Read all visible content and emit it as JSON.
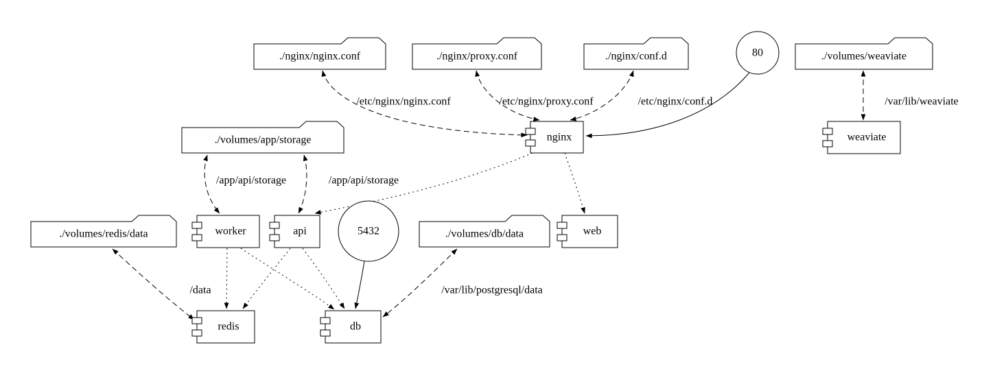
{
  "diagram": {
    "type": "docker-compose-graph",
    "background_color": "#ffffff",
    "stroke_color": "#000000",
    "nodes": {
      "nginx_conf_file": {
        "label": "./nginx/nginx.conf",
        "shape": "folder"
      },
      "proxy_conf_file": {
        "label": "./nginx/proxy.conf",
        "shape": "folder"
      },
      "conf_d_dir": {
        "label": "./nginx/conf.d",
        "shape": "folder"
      },
      "port_80": {
        "label": "80",
        "shape": "circle"
      },
      "volumes_weaviate": {
        "label": "./volumes/weaviate",
        "shape": "folder"
      },
      "volumes_app_storage": {
        "label": "./volumes/app/storage",
        "shape": "folder"
      },
      "nginx": {
        "label": "nginx",
        "shape": "component"
      },
      "weaviate": {
        "label": "weaviate",
        "shape": "component"
      },
      "volumes_redis_data": {
        "label": "./volumes/redis/data",
        "shape": "folder"
      },
      "worker": {
        "label": "worker",
        "shape": "component"
      },
      "api": {
        "label": "api",
        "shape": "component"
      },
      "port_5432": {
        "label": "5432",
        "shape": "circle"
      },
      "volumes_db_data": {
        "label": "./volumes/db/data",
        "shape": "folder"
      },
      "web": {
        "label": "web",
        "shape": "component"
      },
      "redis": {
        "label": "redis",
        "shape": "component"
      },
      "db": {
        "label": "db",
        "shape": "component"
      }
    },
    "edges": [
      {
        "from": "nginx",
        "to": "nginx_conf_file",
        "label": "/etc/nginx/nginx.conf",
        "style": "dashed",
        "arrows": "both"
      },
      {
        "from": "nginx",
        "to": "proxy_conf_file",
        "label": "/etc/nginx/proxy.conf",
        "style": "dashed",
        "arrows": "both"
      },
      {
        "from": "nginx",
        "to": "conf_d_dir",
        "label": "/etc/nginx/conf.d",
        "style": "dashed",
        "arrows": "both"
      },
      {
        "from": "port_80",
        "to": "nginx",
        "label": "",
        "style": "solid",
        "arrows": "end"
      },
      {
        "from": "weaviate",
        "to": "volumes_weaviate",
        "label": "/var/lib/weaviate",
        "style": "dashed",
        "arrows": "both"
      },
      {
        "from": "worker",
        "to": "volumes_app_storage",
        "label": "/app/api/storage",
        "style": "dashed",
        "arrows": "both"
      },
      {
        "from": "api",
        "to": "volumes_app_storage",
        "label": "/app/api/storage",
        "style": "dashed",
        "arrows": "both"
      },
      {
        "from": "redis",
        "to": "volumes_redis_data",
        "label": "/data",
        "style": "dashed",
        "arrows": "both"
      },
      {
        "from": "db",
        "to": "volumes_db_data",
        "label": "/var/lib/postgresql/data",
        "style": "dashed",
        "arrows": "both"
      },
      {
        "from": "port_5432",
        "to": "db",
        "label": "",
        "style": "solid",
        "arrows": "end"
      },
      {
        "from": "nginx",
        "to": "api",
        "label": "",
        "style": "dotted",
        "arrows": "end"
      },
      {
        "from": "nginx",
        "to": "web",
        "label": "",
        "style": "dotted",
        "arrows": "end"
      },
      {
        "from": "worker",
        "to": "redis",
        "label": "",
        "style": "dotted",
        "arrows": "end"
      },
      {
        "from": "worker",
        "to": "db",
        "label": "",
        "style": "dotted",
        "arrows": "end"
      },
      {
        "from": "api",
        "to": "redis",
        "label": "",
        "style": "dotted",
        "arrows": "end"
      },
      {
        "from": "api",
        "to": "db",
        "label": "",
        "style": "dotted",
        "arrows": "end"
      }
    ]
  }
}
